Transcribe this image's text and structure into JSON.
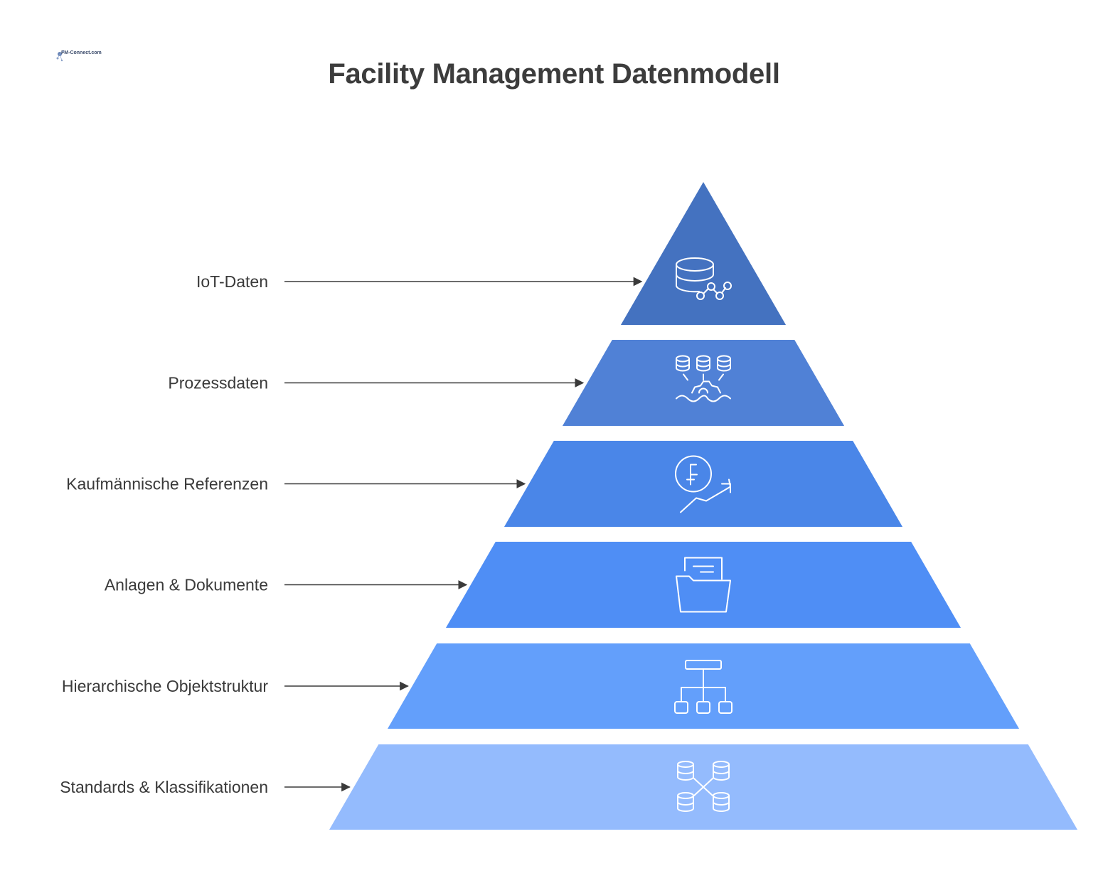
{
  "title": "Facility Management Datenmodell",
  "logo": {
    "text": "FM-Connect.com"
  },
  "colors": {
    "layers": [
      "#4472c0",
      "#5081d6",
      "#4a86e8",
      "#4f8ef5",
      "#639ffb",
      "#94bbfd"
    ],
    "text": "#3a3a3a",
    "icon_stroke": "#ffffff"
  },
  "layers": [
    {
      "label": "IoT-Daten",
      "icon": "database-network-icon"
    },
    {
      "label": "Prozessdaten",
      "icon": "databases-process-icon"
    },
    {
      "label": "Kaufmännische Referenzen",
      "icon": "currency-growth-icon"
    },
    {
      "label": "Anlagen & Dokumente",
      "icon": "document-folder-icon"
    },
    {
      "label": "Hierarchische Objektstruktur",
      "icon": "hierarchy-icon"
    },
    {
      "label": "Standards & Klassifikationen",
      "icon": "database-links-icon"
    }
  ]
}
